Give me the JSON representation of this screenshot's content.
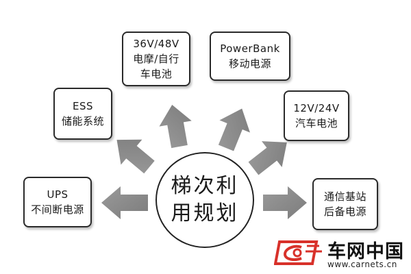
{
  "center": {
    "line1": "梯次利",
    "line2": "用规划"
  },
  "boxes": {
    "battery_36_48": {
      "line1": "36V/48V",
      "line2": "电摩/自行",
      "line3": "车电池"
    },
    "powerbank": {
      "line1": "PowerBank",
      "line2": "移动电源"
    },
    "ess": {
      "line1": "ESS",
      "line2": "储能系统"
    },
    "car_12_24": {
      "line1": "12V/24V",
      "line2": "汽车电池"
    },
    "ups": {
      "line1": "UPS",
      "line2": "不间断电源"
    },
    "telecom": {
      "line1": "通信基站",
      "line2": "后备电源"
    }
  },
  "logo": {
    "title": "车网中国",
    "url": "www.carnets.cn"
  },
  "colors": {
    "arrow": "#8c8c8c",
    "border": "#2a2a2a",
    "logo_red": "#d8312a"
  }
}
